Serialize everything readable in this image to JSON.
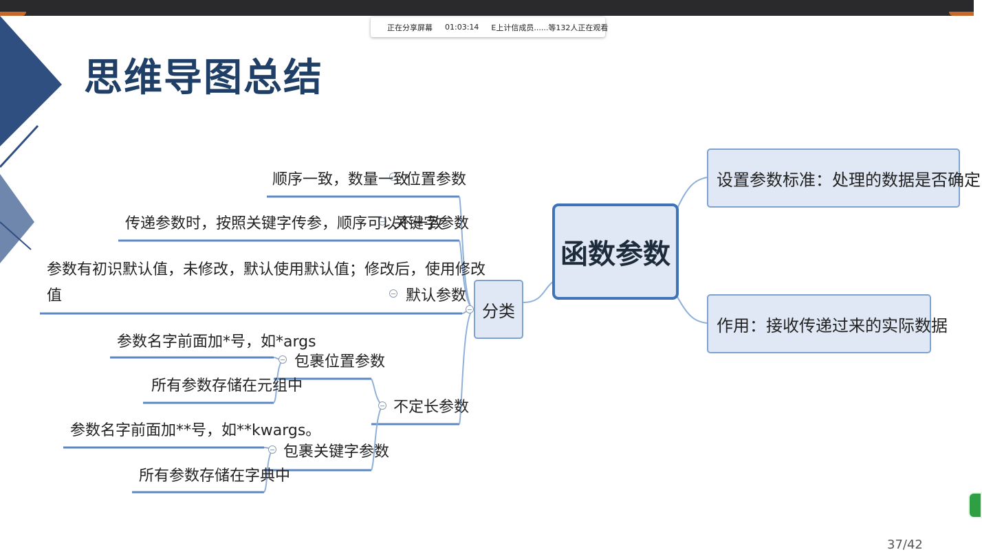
{
  "share_bar": {
    "status": "正在分享屏幕",
    "timer": "01:03:14",
    "viewers": "E上计信成员......等132人正在观看"
  },
  "slide": {
    "title": "思维导图总结",
    "page": "37/42"
  },
  "mindmap": {
    "central": "函数参数",
    "right": {
      "setting": "设置参数标准：处理的数据是否确定",
      "purpose": "作用：接收传递过来的实际数据"
    },
    "classify": "分类",
    "positional": {
      "label": "位置参数",
      "desc": "顺序一致，数量一致"
    },
    "keyword": {
      "label": "关键字参数",
      "desc": "传递参数时，按照关键字传参，顺序可以不一致"
    },
    "default": {
      "label": "默认参数",
      "desc_line1": "参数有初识默认值，未修改，默认使用默认值；修改后，使用修改",
      "desc_line2": "值"
    },
    "variadic": {
      "label": "不定长参数",
      "pos_wrap": {
        "label": "包裹位置参数",
        "desc1": "参数名字前面加*号，如*args",
        "desc2": "所有参数存储在元组中"
      },
      "kw_wrap": {
        "label": "包裹关键字参数",
        "desc1": "参数名字前面加**号，如**kwargs。",
        "desc2": "所有参数存储在字典中"
      }
    }
  },
  "colors": {
    "title": "#1f3f66",
    "connector": "#5b87c3",
    "node_fill": "#dfe8f4",
    "central_border": "#3f73b8"
  }
}
